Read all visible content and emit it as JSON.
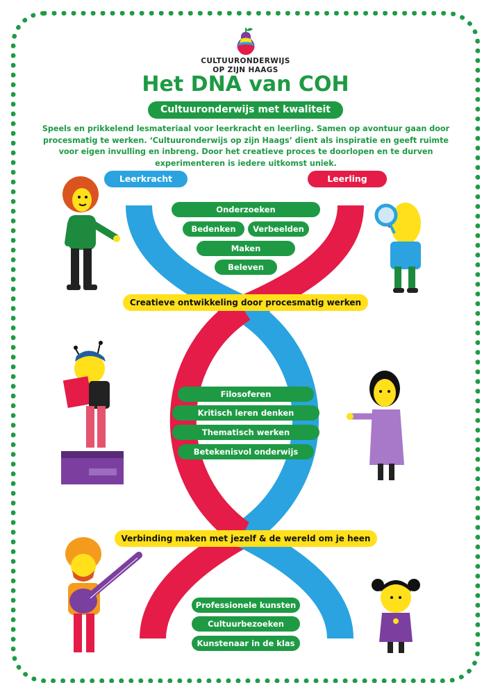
{
  "brand": {
    "line1": "CULTUURONDERWIJS",
    "line2": "OP ZIJN HAAGS"
  },
  "title": "Het DNA van COH",
  "subtitle": "Cultuuronderwijs met kwaliteit",
  "intro": "Speels en prikkelend lesmateriaal voor leerkracht en leerling. Samen op avontuur gaan door procesmatig te werken. ‘Cultuuronderwijs op zijn Haags’ dient als inspiratie en geeft ruimte voor eigen invulling en inbreng. Door het creatieve proces te doorlopen en te durven experimenteren is iedere uitkomst uniek.",
  "roles": {
    "teacher": "Leerkracht",
    "student": "Leerling"
  },
  "section1": {
    "items": [
      "Onderzoeken",
      "Bedenken",
      "Verbeelden",
      "Maken",
      "Beleven"
    ],
    "banner": "Creatieve ontwikkeling door procesmatig werken"
  },
  "section2": {
    "items": [
      "Filosoferen",
      "Kritisch leren denken",
      "Thematisch werken",
      "Betekenisvol onderwijs"
    ],
    "banner": "Verbinding maken met jezelf & de wereld om je heen"
  },
  "section3": {
    "items": [
      "Professionele kunsten",
      "Cultuurbezoeken",
      "Kunstenaar in de klas"
    ]
  },
  "colors": {
    "green": "#1e9a44",
    "blue": "#2aa3e0",
    "red": "#e41c47",
    "yellow": "#ffe01b"
  }
}
